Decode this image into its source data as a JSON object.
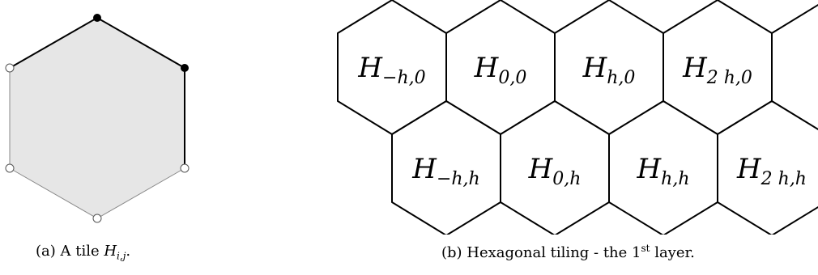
{
  "tile_labels": [
    {
      "main": "H",
      "sub": "−h,0"
    },
    {
      "main": "H",
      "sub": "0,0"
    },
    {
      "main": "H",
      "sub": "h,0"
    },
    {
      "main": "H",
      "sub": "2 h,0"
    },
    {
      "main": "H",
      "sub": "−h,h"
    },
    {
      "main": "H",
      "sub": "0,h"
    },
    {
      "main": "H",
      "sub": "h,h"
    },
    {
      "main": "H",
      "sub": "2 h,h"
    }
  ],
  "caption_a": {
    "prefix": "(a) A tile ",
    "var": "H",
    "sub": "i,j",
    "suffix": "."
  },
  "caption_b": {
    "prefix": "(b) Hexagonal tiling - the 1",
    "sup": "st",
    "suffix": " layer."
  },
  "colors": {
    "tile_fill": "#e6e6e6",
    "stroke": "#000000",
    "soft_stroke": "#888888"
  }
}
